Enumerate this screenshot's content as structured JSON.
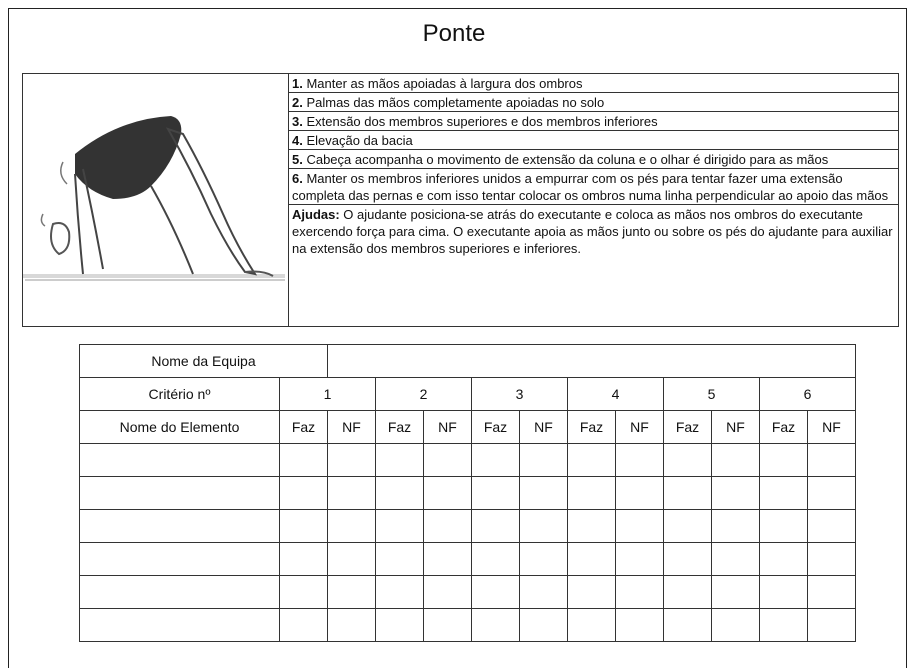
{
  "title": "Ponte",
  "criteria": [
    {
      "num": "1.",
      "text": " Manter as mãos apoiadas à largura dos ombros"
    },
    {
      "num": "2.",
      "text": " Palmas das mãos completamente apoiadas no solo"
    },
    {
      "num": "3.",
      "text": " Extensão dos membros superiores e dos membros inferiores"
    },
    {
      "num": "4.",
      "text": " Elevação da bacia"
    },
    {
      "num": "5.",
      "text": " Cabeça acompanha o movimento de extensão da coluna e o olhar é dirigido para as mãos"
    },
    {
      "num": "6.",
      "text": " Manter os membros inferiores unidos a empurrar com os pés para tentar fazer uma extensão completa das pernas e com isso tentar colocar os ombros numa linha perpendicular ao apoio das mãos"
    },
    {
      "num": "Ajudas:",
      "text": " O ajudante posiciona-se atrás do executante e coloca as mãos nos ombros do executante exercendo força para cima. O executante apoia as mãos junto ou sobre os pés do ajudante para auxiliar na extensão dos membros superiores e inferiores."
    }
  ],
  "table": {
    "team_label": "Nome da Equipa",
    "criterion_label": "Critério nº",
    "criterion_numbers": [
      "1",
      "2",
      "3",
      "4",
      "5",
      "6"
    ],
    "element_label": "Nome do Elemento",
    "does_label": "Faz",
    "not_label": "NF"
  }
}
